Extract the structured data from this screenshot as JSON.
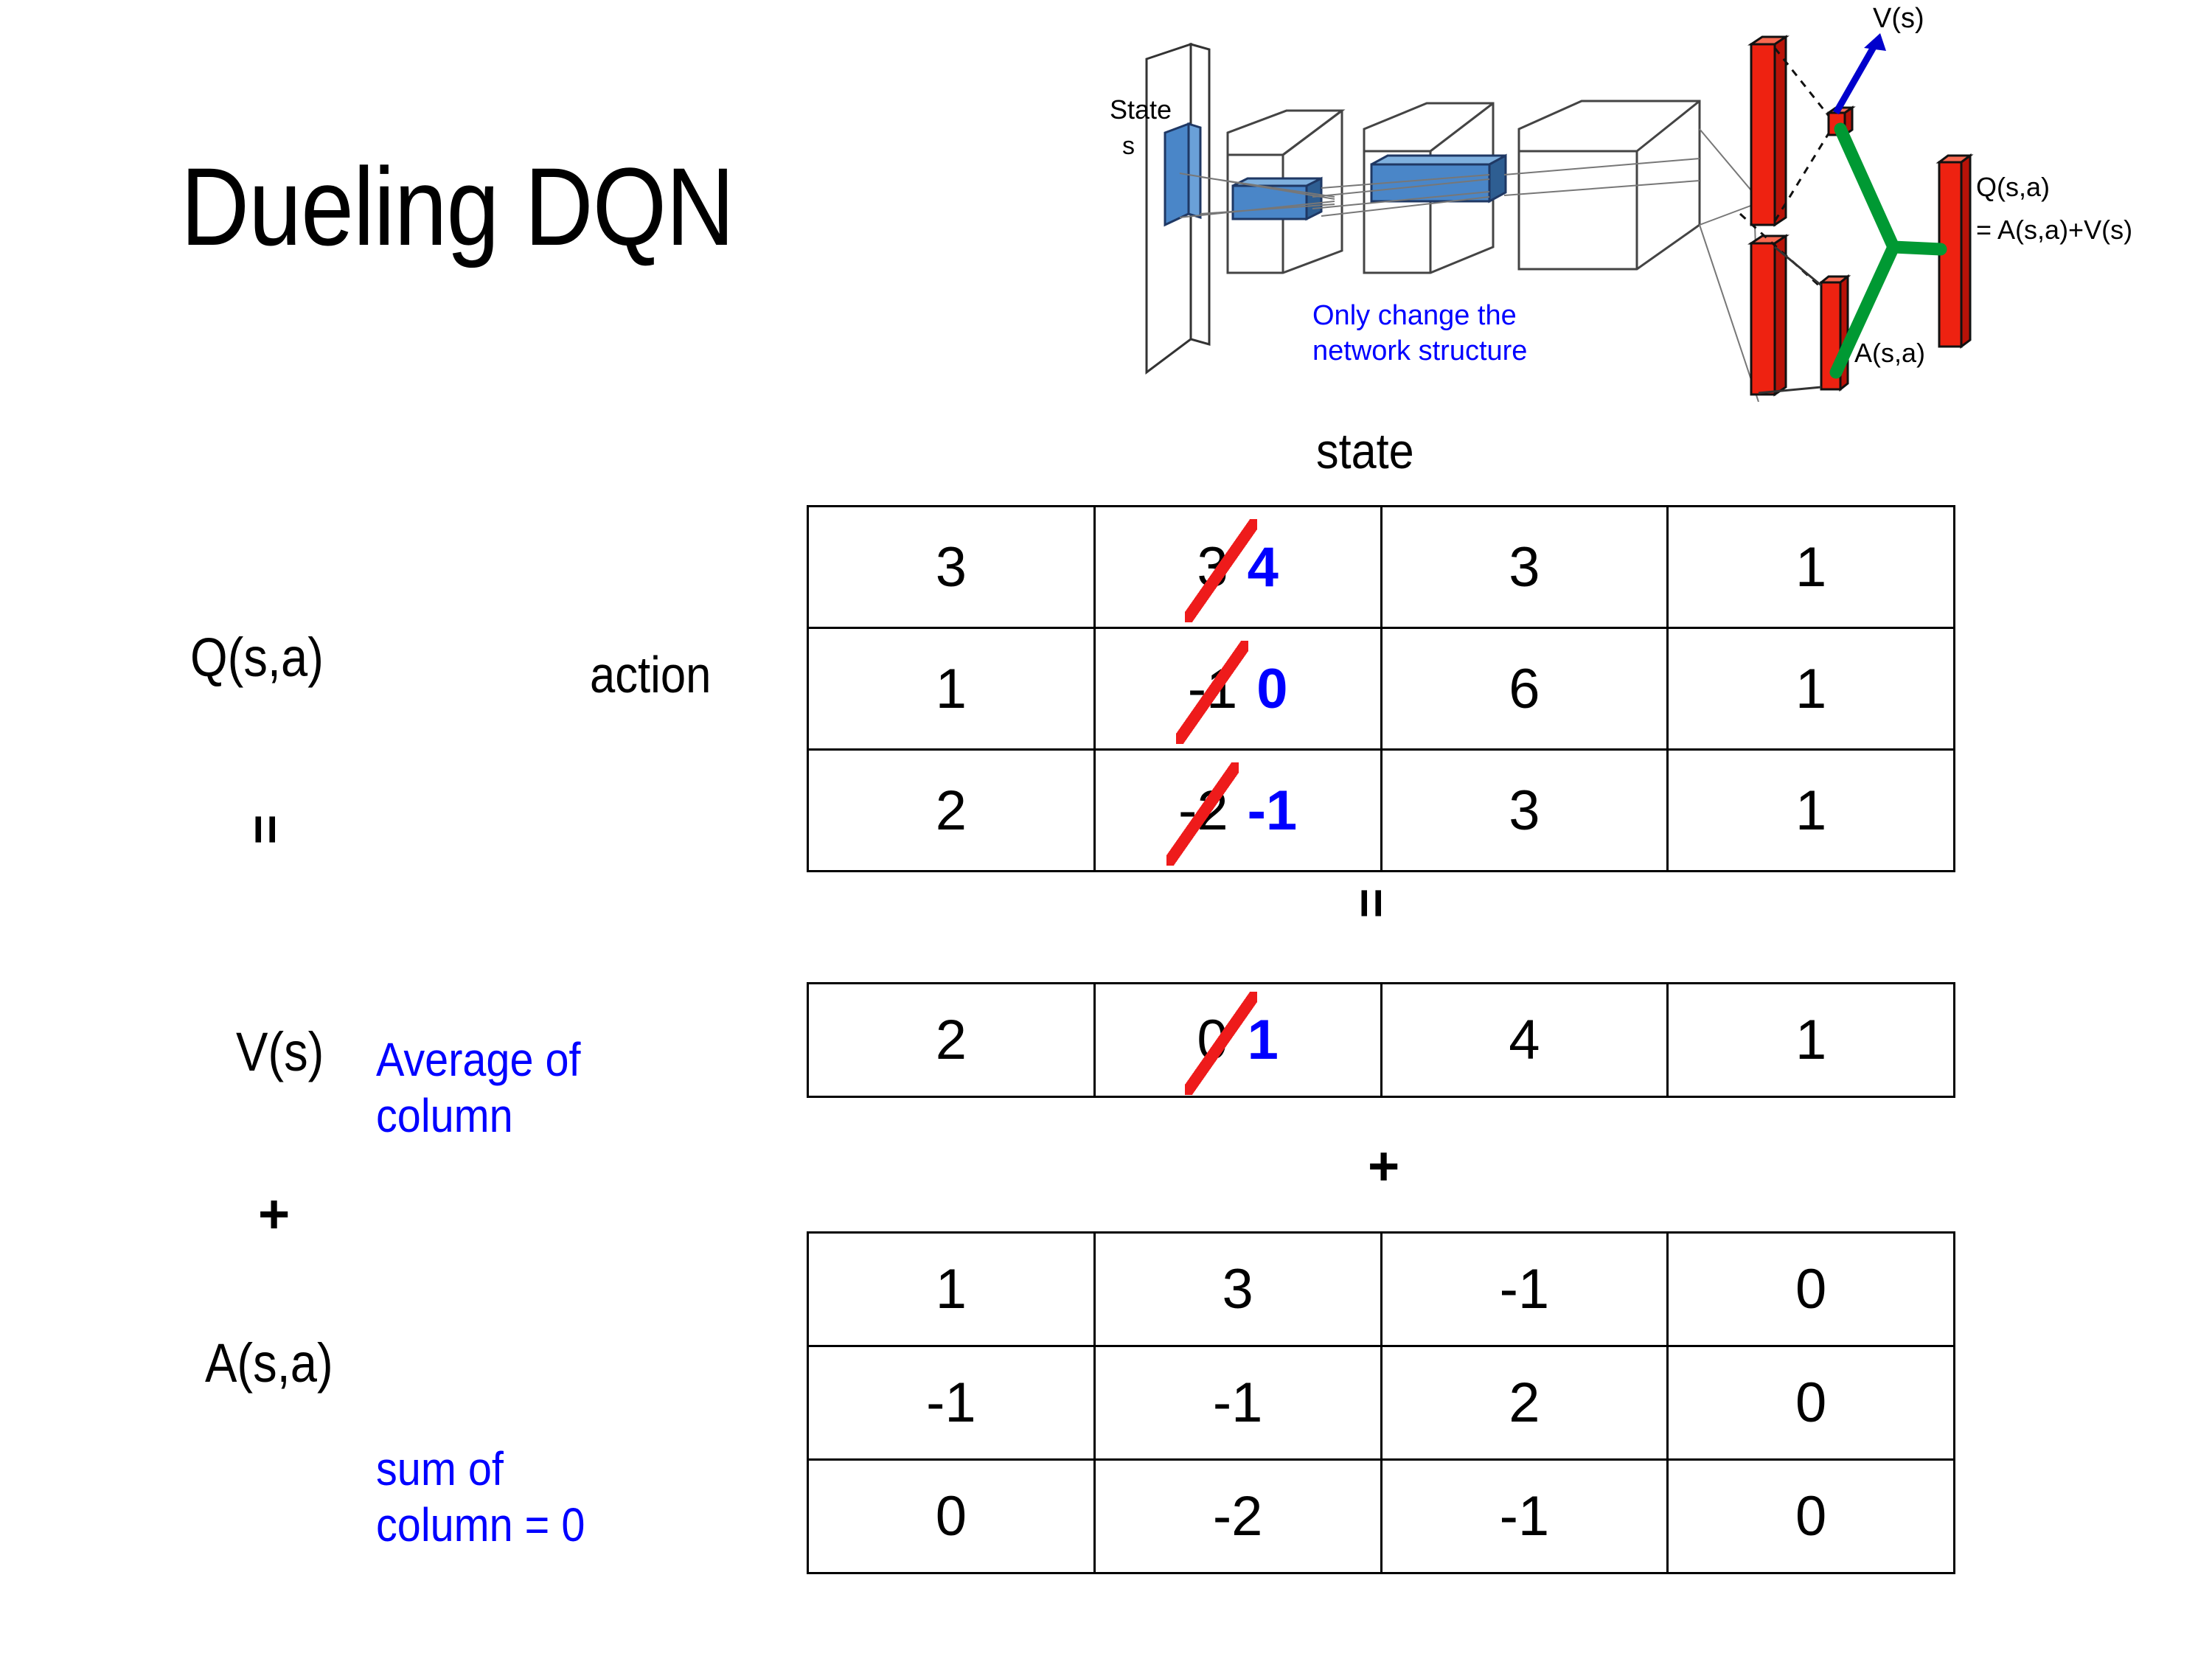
{
  "slide": {
    "title": "Dueling DQN"
  },
  "diagram": {
    "state_label": "State",
    "state_sub": "s",
    "value_label": "V(s)",
    "advantage_label": "A(s,a)",
    "q_label": "Q(s,a)",
    "q_formula": "= A(s,a)+V(s)",
    "note": "Only change the\nnetwork structure",
    "note_color": "#0000FF",
    "block_fill": "#4A86C8",
    "bar_fill": "#EE2211",
    "merge_color": "#009933",
    "arrow_color": "#0000CC"
  },
  "labels": {
    "q_section": "Q(s,a)",
    "v_section": "V(s)",
    "a_section": "A(s,a)",
    "action_axis": "action",
    "state_axis": "state",
    "equals": "=",
    "plus": "+"
  },
  "notes": {
    "average_of_column": "Average of\ncolumn",
    "sum_of_column": "sum of\ncolumn = 0",
    "color": "#0000FF"
  },
  "chart_data": {
    "type": "table",
    "title": "Dueling DQN value decomposition",
    "xlabel": "state",
    "ylabel": "action",
    "tables": [
      {
        "name": "Q(s,a)",
        "rows": 3,
        "cols": 4,
        "values": [
          [
            "3",
            "3",
            "3",
            "1"
          ],
          [
            "1",
            "-1",
            "6",
            "1"
          ],
          [
            "2",
            "-2",
            "3",
            "1"
          ]
        ],
        "edits": [
          {
            "row": 0,
            "col": 1,
            "old": "3",
            "new": "4"
          },
          {
            "row": 1,
            "col": 1,
            "old": "-1",
            "new": "0"
          },
          {
            "row": 2,
            "col": 1,
            "old": "-2",
            "new": "-1"
          }
        ]
      },
      {
        "name": "V(s)",
        "rows": 1,
        "cols": 4,
        "values": [
          [
            "2",
            "0",
            "4",
            "1"
          ]
        ],
        "edits": [
          {
            "row": 0,
            "col": 1,
            "old": "0",
            "new": "1"
          }
        ]
      },
      {
        "name": "A(s,a)",
        "rows": 3,
        "cols": 4,
        "values": [
          [
            "1",
            "3",
            "-1",
            "0"
          ],
          [
            "-1",
            "-1",
            "2",
            "0"
          ],
          [
            "0",
            "-2",
            "-1",
            "0"
          ]
        ],
        "edits": []
      }
    ],
    "relations": [
      "Q(s,a) = V(s) + A(s,a)"
    ],
    "strike_color": "#EE1B1B",
    "new_value_color": "#0000FF"
  },
  "q_table": {
    "r0": {
      "c0": "3",
      "c1_old": "3",
      "c1_new": "4",
      "c2": "3",
      "c3": "1"
    },
    "r1": {
      "c0": "1",
      "c1_old": "-1",
      "c1_new": "0",
      "c2": "6",
      "c3": "1"
    },
    "r2": {
      "c0": "2",
      "c1_old": "-2",
      "c1_new": "-1",
      "c2": "3",
      "c3": "1"
    }
  },
  "v_table": {
    "r0": {
      "c0": "2",
      "c1_old": "0",
      "c1_new": "1",
      "c2": "4",
      "c3": "1"
    }
  },
  "a_table": {
    "r0": {
      "c0": "1",
      "c1": "3",
      "c2": "-1",
      "c3": "0"
    },
    "r1": {
      "c0": "-1",
      "c1": "-1",
      "c2": "2",
      "c3": "0"
    },
    "r2": {
      "c0": "0",
      "c1": "-2",
      "c2": "-1",
      "c3": "0"
    }
  }
}
